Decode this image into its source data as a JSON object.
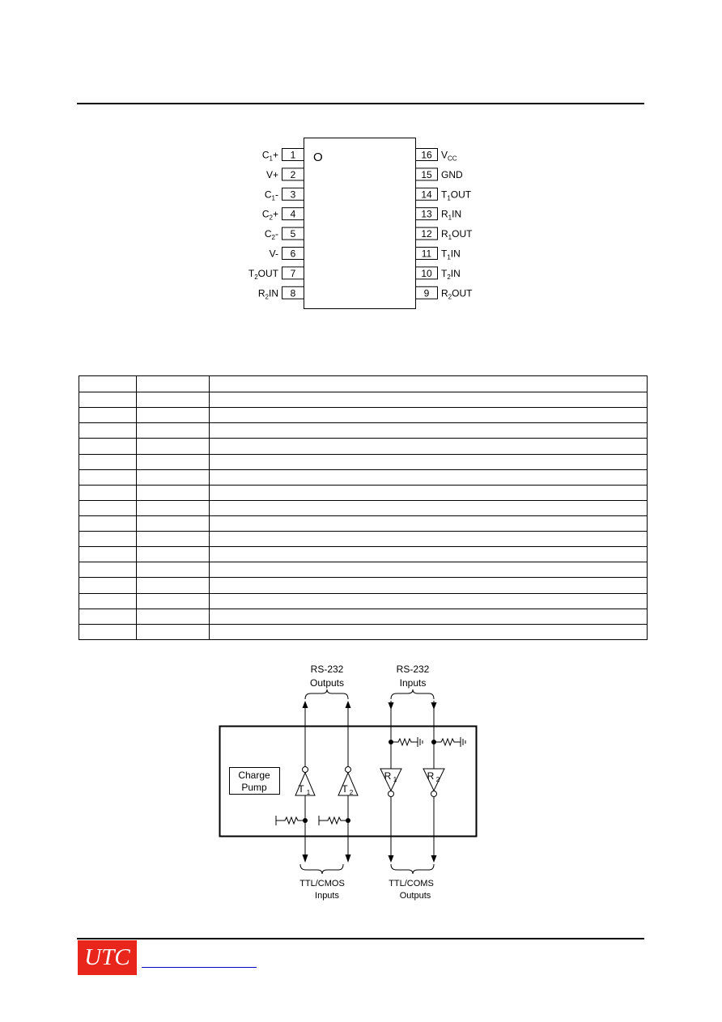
{
  "pinout": {
    "left": [
      {
        "num": "1",
        "pre": "C",
        "sub": "1",
        "post": "+"
      },
      {
        "num": "2",
        "pre": "V+",
        "sub": "",
        "post": ""
      },
      {
        "num": "3",
        "pre": "C",
        "sub": "1",
        "post": "-"
      },
      {
        "num": "4",
        "pre": "C",
        "sub": "2",
        "post": "+"
      },
      {
        "num": "5",
        "pre": "C",
        "sub": "2",
        "post": "-"
      },
      {
        "num": "6",
        "pre": "V-",
        "sub": "",
        "post": ""
      },
      {
        "num": "7",
        "pre": "T",
        "sub": "2",
        "post": "OUT"
      },
      {
        "num": "8",
        "pre": "R",
        "sub": "2",
        "post": "IN"
      }
    ],
    "right": [
      {
        "num": "16",
        "pre": "V",
        "sub": "CC",
        "post": ""
      },
      {
        "num": "15",
        "pre": "GND",
        "sub": "",
        "post": ""
      },
      {
        "num": "14",
        "pre": "T",
        "sub": "1",
        "post": "OUT"
      },
      {
        "num": "13",
        "pre": "R",
        "sub": "1",
        "post": "IN"
      },
      {
        "num": "12",
        "pre": "R",
        "sub": "1",
        "post": "OUT"
      },
      {
        "num": "11",
        "pre": "T",
        "sub": "1",
        "post": "IN"
      },
      {
        "num": "10",
        "pre": "T",
        "sub": "2",
        "post": "IN"
      },
      {
        "num": "9",
        "pre": "R",
        "sub": "2",
        "post": "OUT"
      }
    ],
    "orientation_mark": "O"
  },
  "pin_table": {
    "rows": [
      [
        "",
        "",
        ""
      ],
      [
        "",
        "",
        ""
      ],
      [
        "",
        "",
        ""
      ],
      [
        "",
        "",
        ""
      ],
      [
        "",
        "",
        ""
      ],
      [
        "",
        "",
        ""
      ],
      [
        "",
        "",
        ""
      ],
      [
        "",
        "",
        ""
      ],
      [
        "",
        "",
        ""
      ],
      [
        "",
        "",
        ""
      ],
      [
        "",
        "",
        ""
      ],
      [
        "",
        "",
        ""
      ],
      [
        "",
        "",
        ""
      ],
      [
        "",
        "",
        ""
      ],
      [
        "",
        "",
        ""
      ],
      [
        "",
        "",
        ""
      ],
      [
        "",
        "",
        ""
      ]
    ]
  },
  "block_diagram": {
    "rs232_outputs": [
      "RS-232",
      "Outputs"
    ],
    "rs232_inputs": [
      "RS-232",
      "Inputs"
    ],
    "charge_pump": [
      "Charge",
      "Pump"
    ],
    "ttl_inputs": [
      "TTL/CMOS",
      "Inputs"
    ],
    "ttl_outputs": [
      "TTL/COMS",
      "Outputs"
    ],
    "drivers": [
      {
        "pre": "T",
        "sub": "1"
      },
      {
        "pre": "T",
        "sub": "2"
      }
    ],
    "receivers": [
      {
        "pre": "R",
        "sub": "1"
      },
      {
        "pre": "R",
        "sub": "2"
      }
    ]
  },
  "footer": {
    "logo_text": "UTC"
  },
  "colors": {
    "logo_red": "#e8261c",
    "link_blue": "#0000cc"
  }
}
